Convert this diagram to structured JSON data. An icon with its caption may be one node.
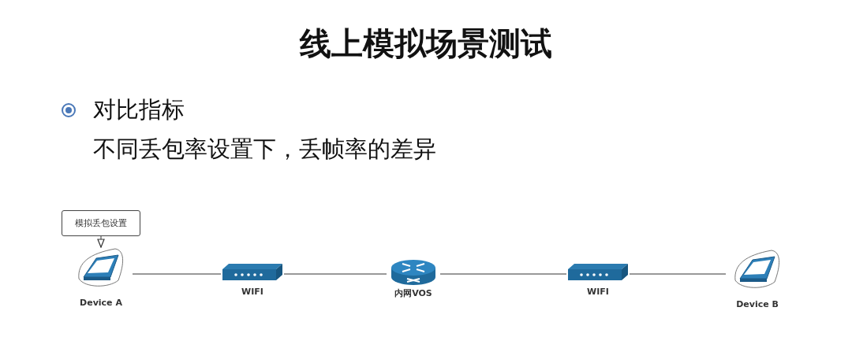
{
  "diagram": {
    "title": "线上模拟场景测试",
    "nodes": [
      {
        "text": [
          "模拟丢包设置"
        ]
      },
      {
        "text": [
          "Device A"
        ]
      },
      {
        "text": [
          "WIFI"
        ]
      },
      {
        "text": [
          "内网VOS"
        ]
      },
      {
        "text": [
          "WIFI"
        ]
      },
      {
        "text": [
          "Device B"
        ]
      }
    ],
    "edges": [
      {
        "from": 0,
        "to": 1,
        "arrow": "to"
      },
      {
        "from": 1,
        "to": 2,
        "arrow": "none"
      },
      {
        "from": 2,
        "to": 3,
        "arrow": "none"
      },
      {
        "from": 3,
        "to": 4,
        "arrow": "none"
      },
      {
        "from": 4,
        "to": 5,
        "arrow": "none"
      }
    ],
    "labels": [
      "对比指标",
      "不同丢包率设置下，丢帧率的差异"
    ]
  }
}
